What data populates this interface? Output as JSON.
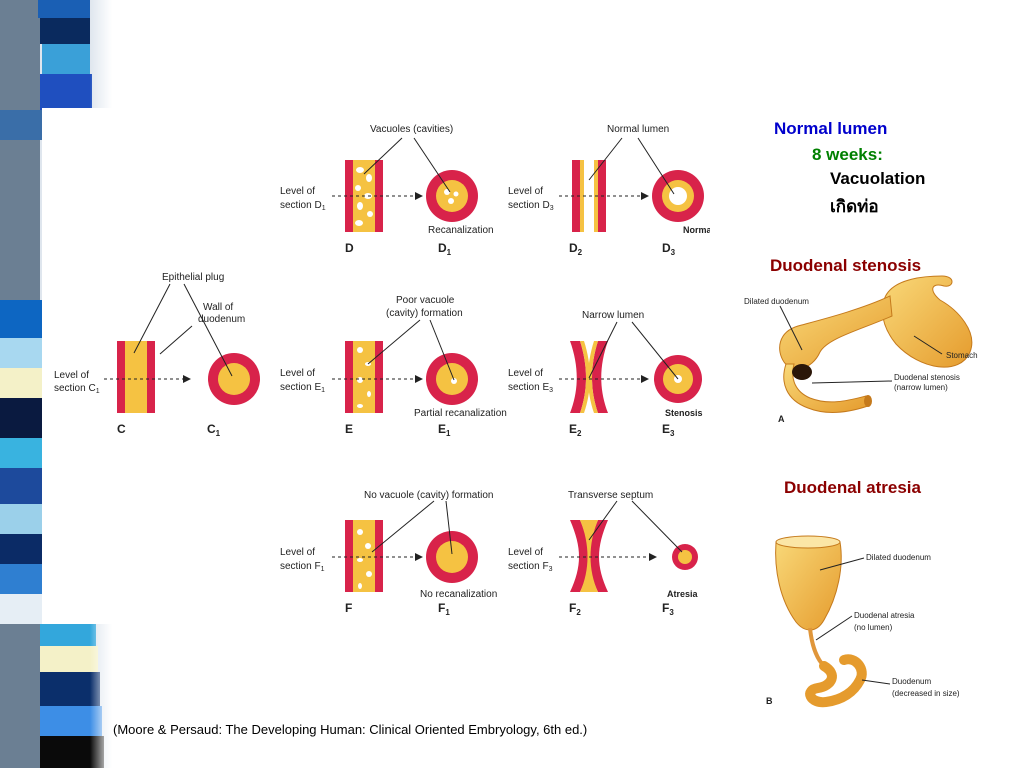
{
  "labels": {
    "vacuoles": "Vacuoles (cavities)",
    "normal_lumen_label": "Normal lumen",
    "level_d1_line1": "Level of",
    "level_d1_line2": "section D",
    "level_d1_sub": "1",
    "level_d3_line1": "Level of",
    "level_d3_line2": "section D",
    "level_d3_sub": "3",
    "recanalization": "Recanalization",
    "normal": "Normal",
    "D": "D",
    "D1": "D",
    "D1_sub": "1",
    "D2": "D",
    "D2_sub": "2",
    "D3": "D",
    "D3_sub": "3",
    "epithelial_plug": "Epithelial plug",
    "wall_line1": "Wall of",
    "wall_line2": "duodenum",
    "level_c1_line1": "Level of",
    "level_c1_line2": "section C",
    "level_c1_sub": "1",
    "C": "C",
    "C1": "C",
    "C1_sub": "1",
    "poor_vacuole_line1": "Poor vacuole",
    "poor_vacuole_line2": "(cavity) formation",
    "narrow_lumen": "Narrow lumen",
    "level_e1_line1": "Level of",
    "level_e1_line2": "section E",
    "level_e1_sub": "1",
    "level_e3_line1": "Level of",
    "level_e3_line2": "section E",
    "level_e3_sub": "3",
    "partial_recanalization": "Partial recanalization",
    "stenosis": "Stenosis",
    "E": "E",
    "E1": "E",
    "E1_sub": "1",
    "E2": "E",
    "E2_sub": "2",
    "E3": "E",
    "E3_sub": "3",
    "no_vacuole": "No vacuole (cavity) formation",
    "transverse_septum": "Transverse septum",
    "level_f1_line1": "Level of",
    "level_f1_line2": "section F",
    "level_f1_sub": "1",
    "level_f3_line1": "Level of",
    "level_f3_line2": "section F",
    "level_f3_sub": "3",
    "no_recanalization": "No recanalization",
    "atresia": "Atresia",
    "F": "F",
    "F1": "F",
    "F1_sub": "1",
    "F2": "F",
    "F2_sub": "2",
    "F3": "F",
    "F3_sub": "3"
  },
  "right_panel": {
    "normal_lumen": "Normal lumen",
    "eight_weeks": "8 weeks:",
    "vacuolation": "Vacuolation",
    "thai": "เกิดท่อ",
    "stenosis_title": "Duodenal stenosis",
    "dilated_duodenum_a": "Dilated duodenum",
    "stomach": "Stomach",
    "stenosis_label_line1": "Duodenal stenosis",
    "stenosis_label_line2": "(narrow lumen)",
    "fig_a": "A",
    "atresia_title": "Duodenal atresia",
    "dilated_duodenum_b": "Dilated duodenum",
    "atresia_label_line1": "Duodenal atresia",
    "atresia_label_line2": "(no lumen)",
    "duodenum_line1": "Duodenum",
    "duodenum_line2": "(decreased in size)",
    "fig_b": "B"
  },
  "caption": "(Moore & Persaud: The Developing Human: Clinical Oriented Embryology, 6th ed.)",
  "colors": {
    "wall_red": "#d8234a",
    "lumen_yellow": "#f5c242",
    "normal_lumen_blue": "#0000cc",
    "weeks_green": "#008000",
    "title_darkred": "#8b0000"
  }
}
